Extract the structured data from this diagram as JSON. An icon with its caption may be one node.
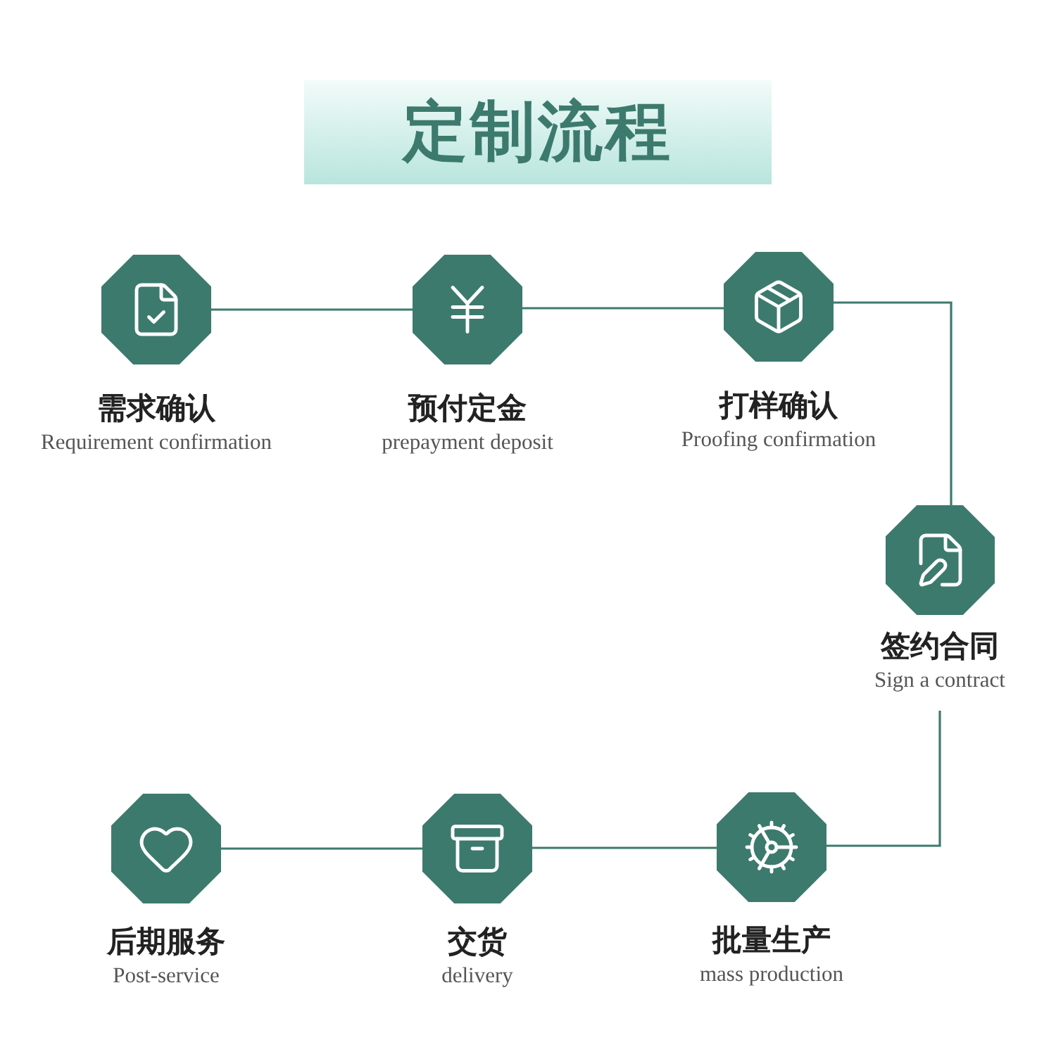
{
  "diagram": {
    "title": "定制流程",
    "nodes": [
      {
        "text": [
          "需求确认",
          "Requirement confirmation"
        ]
      },
      {
        "text": [
          "预付定金",
          "prepayment deposit"
        ]
      },
      {
        "text": [
          "打样确认",
          "Proofing confirmation"
        ]
      },
      {
        "text": [
          "签约合同",
          "Sign a contract"
        ]
      },
      {
        "text": [
          "批量生产",
          "mass production"
        ]
      },
      {
        "text": [
          "交货",
          "delivery"
        ]
      },
      {
        "text": [
          "后期服务",
          "Post-service"
        ]
      }
    ],
    "edges": [
      {
        "from": 0,
        "to": 1,
        "arrow": "none"
      },
      {
        "from": 1,
        "to": 2,
        "arrow": "none"
      },
      {
        "from": 2,
        "to": 3,
        "arrow": "none"
      },
      {
        "from": 3,
        "to": 4,
        "arrow": "none"
      },
      {
        "from": 4,
        "to": 5,
        "arrow": "none"
      },
      {
        "from": 5,
        "to": 6,
        "arrow": "none"
      }
    ]
  }
}
